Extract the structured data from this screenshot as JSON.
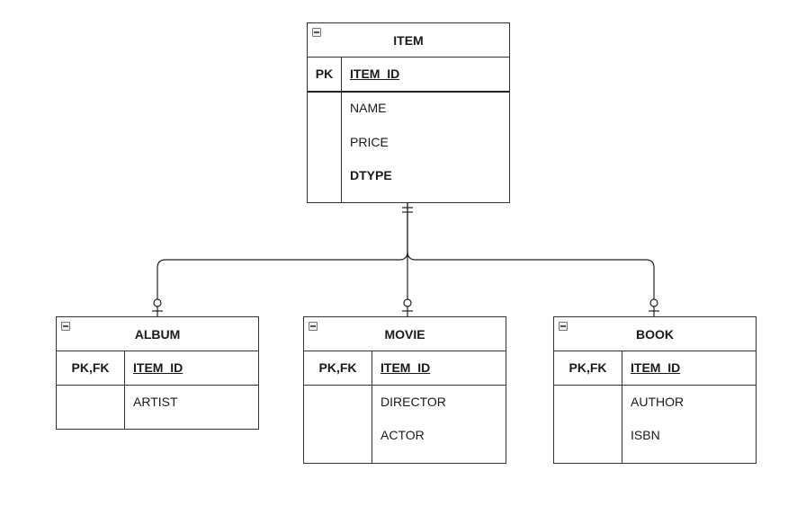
{
  "entities": {
    "item": {
      "title": "ITEM",
      "key_label": "PK",
      "pk": "ITEM_ID",
      "attributes": [
        "NAME",
        "PRICE",
        "DTYPE"
      ]
    },
    "album": {
      "title": "ALBUM",
      "key_label": "PK,FK",
      "pk": "ITEM_ID",
      "attributes": [
        "ARTIST"
      ]
    },
    "movie": {
      "title": "MOVIE",
      "key_label": "PK,FK",
      "pk": "ITEM_ID",
      "attributes": [
        "DIRECTOR",
        "ACTOR"
      ]
    },
    "book": {
      "title": "BOOK",
      "key_label": "PK,FK",
      "pk": "ITEM_ID",
      "attributes": [
        "AUTHOR",
        "ISBN"
      ]
    }
  },
  "relationships": [
    {
      "from": "item",
      "to": "album",
      "from_cardinality": "exactly-one",
      "to_cardinality": "zero-or-one"
    },
    {
      "from": "item",
      "to": "movie",
      "from_cardinality": "exactly-one",
      "to_cardinality": "zero-or-one"
    },
    {
      "from": "item",
      "to": "book",
      "from_cardinality": "exactly-one",
      "to_cardinality": "zero-or-one"
    }
  ]
}
